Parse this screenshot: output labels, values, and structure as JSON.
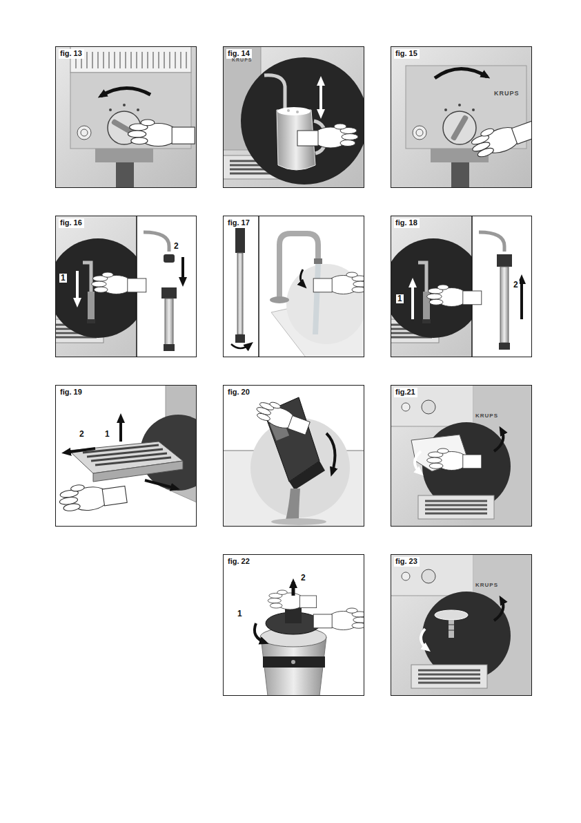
{
  "diagram": {
    "nodes": [
      {
        "text": [
          "fig. 13"
        ]
      },
      {
        "text": [
          "fig. 14"
        ]
      },
      {
        "text": [
          "fig. 15"
        ]
      },
      {
        "text": [
          "fig. 16"
        ]
      },
      {
        "text": [
          "fig. 17"
        ]
      },
      {
        "text": [
          "fig. 18"
        ]
      },
      {
        "text": [
          "fig. 19"
        ]
      },
      {
        "text": [
          "fig. 20"
        ]
      },
      {
        "text": [
          "fig.21"
        ]
      },
      {
        "text": [
          "fig. 22"
        ]
      },
      {
        "text": [
          "fig. 23"
        ]
      }
    ],
    "labels": [
      "KRUPS",
      "KRUPS",
      "1",
      "2",
      "1",
      "2",
      "2",
      "1",
      "KRUPS",
      "1",
      "2",
      "KRUPS"
    ]
  }
}
